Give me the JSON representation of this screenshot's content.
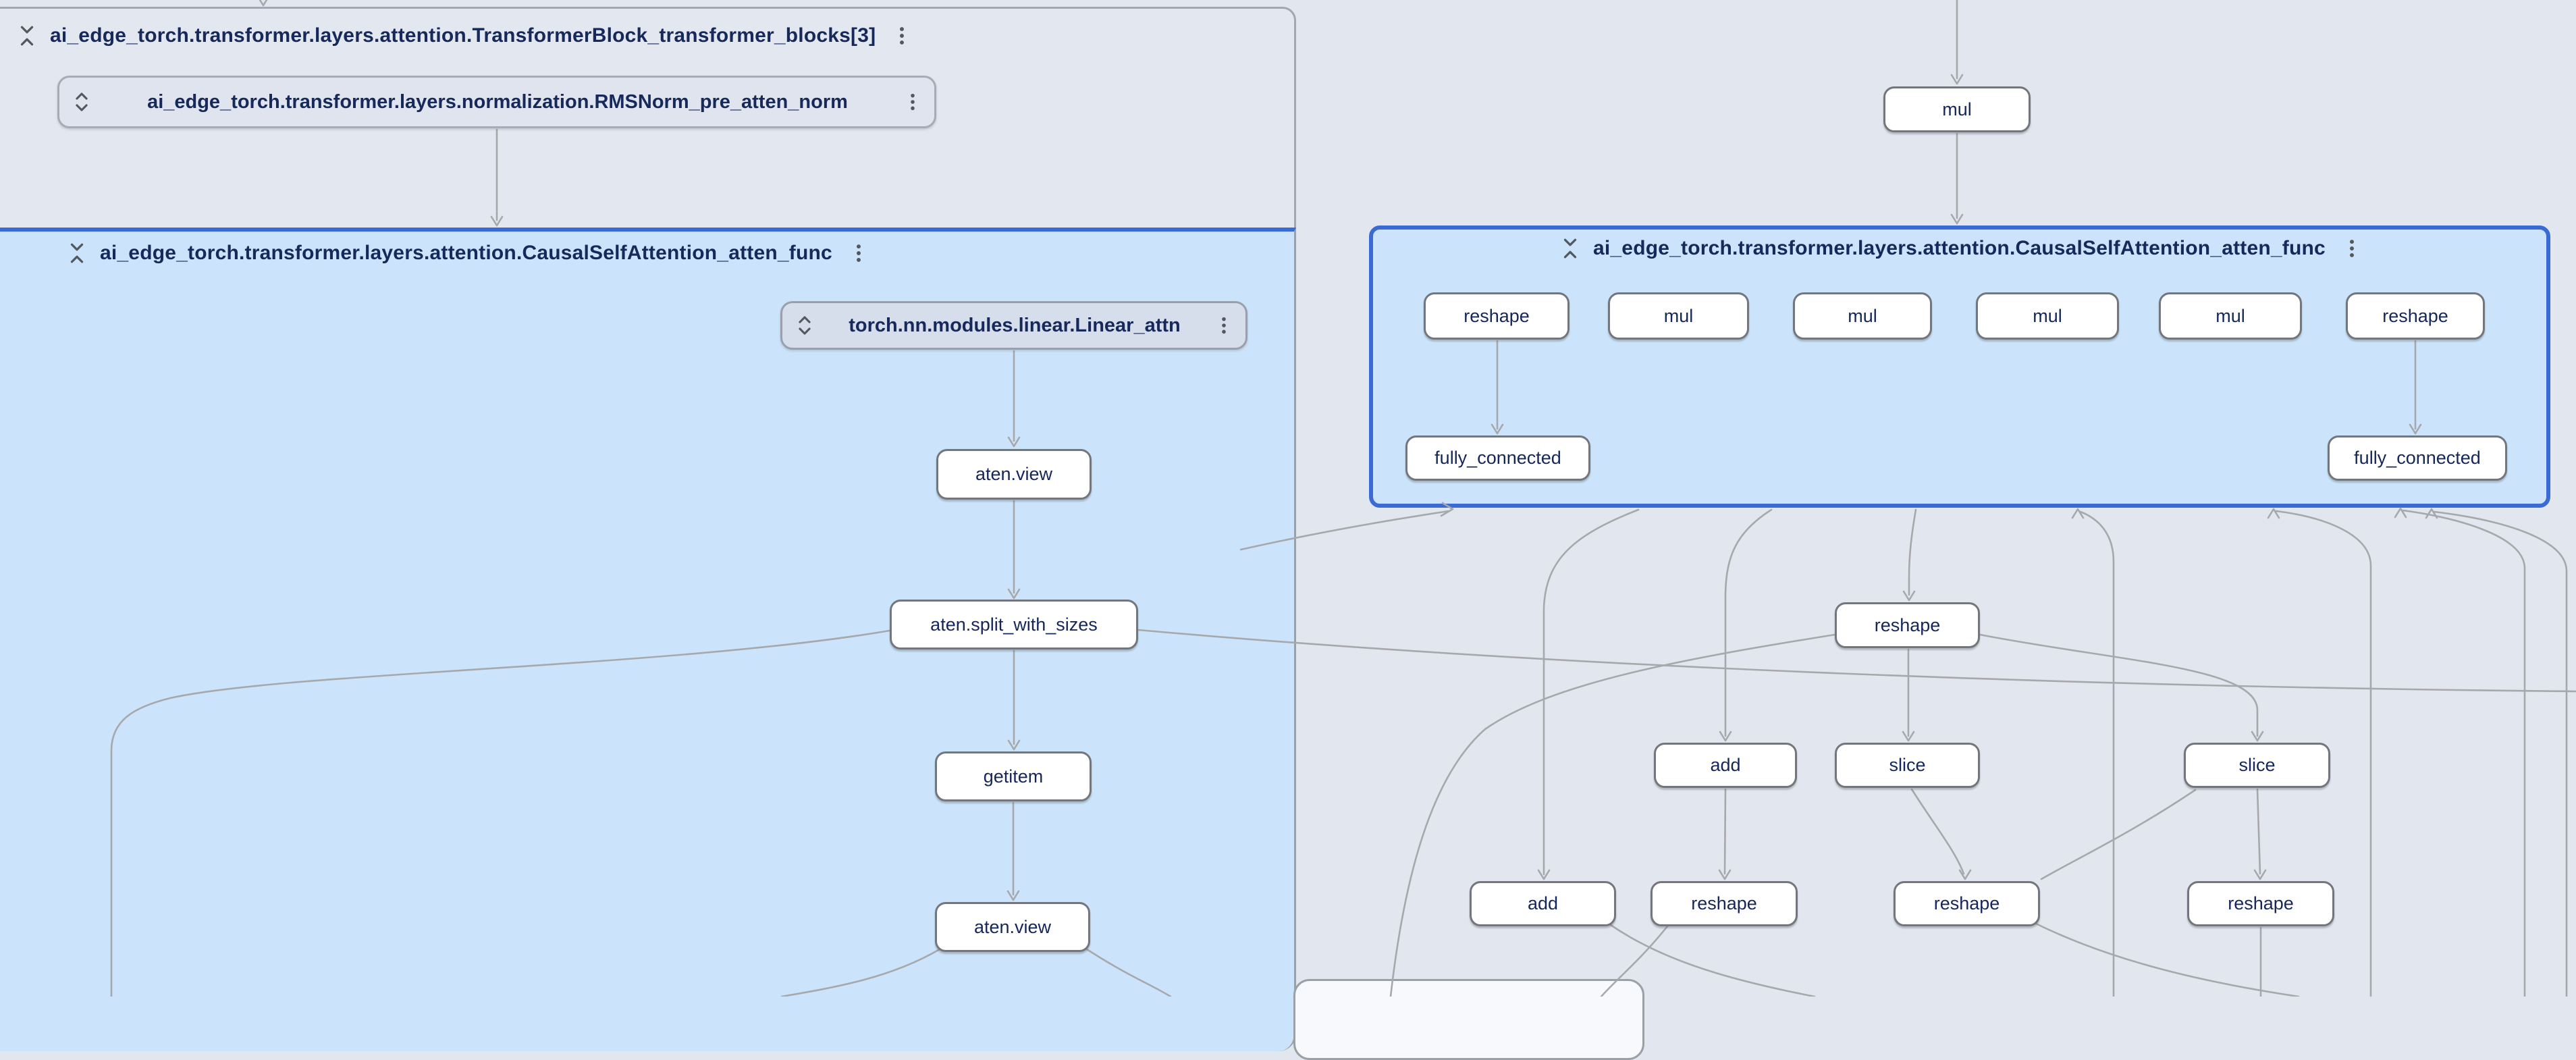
{
  "panels": {
    "transformer_block": {
      "title": "ai_edge_torch.transformer.layers.attention.TransformerBlock_transformer_blocks[3]",
      "state": "expanded"
    },
    "attention_left": {
      "title": "ai_edge_torch.transformer.layers.attention.CausalSelfAttention_atten_func",
      "state": "expanded"
    },
    "attention_right": {
      "title": "ai_edge_torch.transformer.layers.attention.CausalSelfAttention_atten_func",
      "state": "expanded-selected"
    }
  },
  "collapsed_groups": {
    "rmsnorm": {
      "label": "ai_edge_torch.transformer.layers.normalization.RMSNorm_pre_atten_norm"
    },
    "linear_attn": {
      "label": "torch.nn.modules.linear.Linear_attn"
    }
  },
  "ops": {
    "view1": {
      "label": "aten.view"
    },
    "split": {
      "label": "aten.split_with_sizes"
    },
    "getitem": {
      "label": "getitem"
    },
    "view2": {
      "label": "aten.view"
    },
    "mul_top": {
      "label": "mul"
    },
    "rp_reshape1": {
      "label": "reshape"
    },
    "rp_mul1": {
      "label": "mul"
    },
    "rp_mul2": {
      "label": "mul"
    },
    "rp_mul3": {
      "label": "mul"
    },
    "rp_mul4": {
      "label": "mul"
    },
    "rp_reshape2": {
      "label": "reshape"
    },
    "fc1": {
      "label": "fully_connected"
    },
    "fc2": {
      "label": "fully_connected"
    },
    "b_reshape": {
      "label": "reshape"
    },
    "b_add1": {
      "label": "add"
    },
    "b_slice1": {
      "label": "slice"
    },
    "b_slice2": {
      "label": "slice"
    },
    "b_add2": {
      "label": "add"
    },
    "b_reshape1": {
      "label": "reshape"
    },
    "b_reshape2": {
      "label": "reshape"
    },
    "b_reshape3": {
      "label": "reshape"
    }
  },
  "icons": {
    "collapse": "unfold-less",
    "expand": "unfold-more",
    "menu": "kebab-menu"
  },
  "colors": {
    "canvas_bg": "#e2e6ef",
    "layer_bg_blue": "#cbe4fb",
    "layer_bg_gray": "#e3e7f0",
    "selected_border": "#3a6ad3",
    "node_border": "#73767c",
    "edge": "#a7a8ab",
    "text": "#16295a"
  },
  "edges": [
    {
      "from": "RMSNorm_pre_atten_norm",
      "to": "CausalSelfAttention_atten_func(left)"
    },
    {
      "from": "Linear_attn",
      "to": "aten.view"
    },
    {
      "from": "aten.view",
      "to": "aten.split_with_sizes"
    },
    {
      "from": "aten.split_with_sizes",
      "to": "getitem"
    },
    {
      "from": "aten.split_with_sizes",
      "to": "offscreen-left"
    },
    {
      "from": "aten.split_with_sizes",
      "to": "offscreen-right"
    },
    {
      "from": "getitem",
      "to": "aten.view"
    },
    {
      "from": "mul",
      "to": "CausalSelfAttention_atten_func(right)"
    },
    {
      "from": "reshape",
      "to": "fully_connected"
    },
    {
      "from": "reshape",
      "to": "fully_connected"
    },
    {
      "from": "CausalSelfAttention_atten_func(right)",
      "to": "reshape"
    },
    {
      "from": "CausalSelfAttention_atten_func(right)",
      "to": "add"
    },
    {
      "from": "CausalSelfAttention_atten_func(right)",
      "to": "add"
    },
    {
      "from": "reshape",
      "to": "slice"
    },
    {
      "from": "reshape",
      "to": "slice"
    },
    {
      "from": "add",
      "to": "reshape"
    },
    {
      "from": "slice",
      "to": "reshape"
    },
    {
      "from": "slice",
      "to": "reshape"
    },
    {
      "from": "below-nodes",
      "to": "CausalSelfAttention_atten_func(right)"
    }
  ]
}
